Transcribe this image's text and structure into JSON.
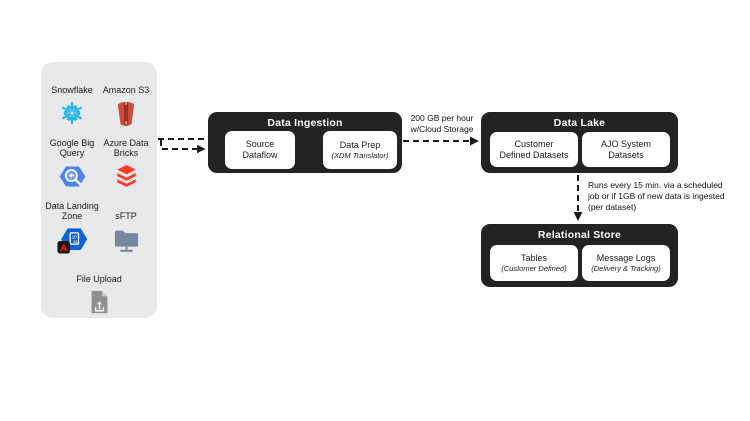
{
  "colors": {
    "node_bg": "#232323",
    "panel_bg": "#e8e9ea",
    "arrow": "#1a1a1a",
    "snowflake_blue": "#29b5e8",
    "s3_red": "#c94f38",
    "bigquery_blue": "#4d83ee",
    "databricks_red": "#ff3a22",
    "dlz_blue": "#0e63d8",
    "adobe_red": "#eb1000",
    "sftp_gray": "#76869e",
    "file_gray": "#909090"
  },
  "sources_panel": {
    "items": [
      {
        "label": "Snowflake",
        "icon": "snowflake-icon"
      },
      {
        "label": "Amazon S3",
        "icon": "amazon-s3-icon"
      },
      {
        "label": "Google Big Query",
        "icon": "google-bigquery-icon"
      },
      {
        "label": "Azure Data Bricks",
        "icon": "azure-databricks-icon"
      },
      {
        "label": "Data Landing Zone",
        "icon": "data-landing-zone-icon"
      },
      {
        "label": "sFTP",
        "icon": "sftp-folder-icon"
      },
      {
        "label": "File Upload",
        "icon": "file-upload-icon"
      }
    ]
  },
  "nodes": {
    "ingestion": {
      "title": "Data Ingestion",
      "card1": {
        "label": "Source\nDataflow"
      },
      "card2": {
        "label": "Data Prep",
        "sublabel": "(XDM Translator)"
      }
    },
    "lake": {
      "title": "Data Lake",
      "card1": {
        "label": "Customer\nDefined Datasets"
      },
      "card2": {
        "label": "AJO System\nDatasets"
      }
    },
    "store": {
      "title": "Relational Store",
      "card1": {
        "label": "Tables",
        "sublabel": "(Customer Defined)"
      },
      "card2": {
        "label": "Message Logs",
        "sublabel": "(Delivery & Tracking)"
      }
    }
  },
  "annotations": {
    "throughput": "200 GB per hour\nw/Cloud Storage",
    "schedule": "Runs every 15 min. via a scheduled\njob or if 1GB of new data is ingested\n(per dataset)"
  }
}
